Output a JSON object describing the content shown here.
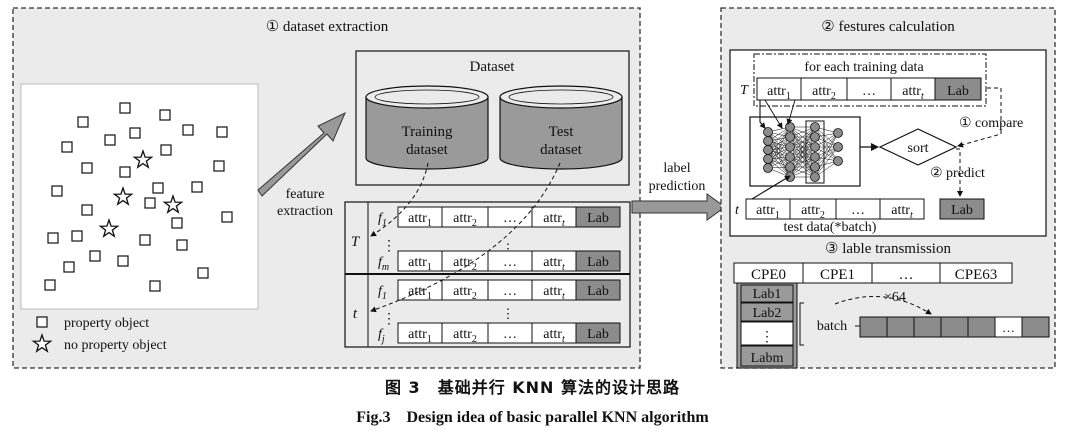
{
  "panel1": {
    "title": "① dataset extraction"
  },
  "panel2": {
    "title": "② festures  calculation"
  },
  "dataset": {
    "title": "Dataset",
    "training": [
      "Training",
      "dataset"
    ],
    "test": [
      "Test",
      "dataset"
    ]
  },
  "arrows": {
    "feature": [
      "feature",
      "extraction"
    ],
    "label_pred": [
      "label",
      "prediction"
    ]
  },
  "legend": {
    "property": "property object",
    "no_property": "no property object"
  },
  "table": {
    "T": "T",
    "t": "t",
    "f1": "f",
    "f1_sub": "1",
    "fm": "f",
    "fm_sub": "m",
    "fj": "f",
    "fj_sub": "j",
    "attr": "attr",
    "sub1": "1",
    "sub2": "2",
    "subt": "t",
    "dots": "…",
    "vdots": "⋮",
    "lab": "Lab"
  },
  "calc": {
    "for_each": "for each training data",
    "T": "T",
    "t": "t",
    "sort": "sort",
    "compare": "① compare",
    "predict": "② predict",
    "test_data": "test data(*batch)",
    "lab": "Lab"
  },
  "transmission": {
    "title": "③ lable transmission",
    "cpes": [
      "CPE0",
      "CPE1",
      "…",
      "CPE63"
    ],
    "labs": [
      "Lab1",
      "Lab2",
      "⋮",
      "Labm"
    ],
    "batch": "batch",
    "times": "×64",
    "dots": "…"
  },
  "caption": {
    "cn": "图 3　基础并行 KNN 算法的设计思路",
    "en": "Fig.3　Design idea of basic parallel KNN algorithm"
  },
  "colors": {
    "panel_bg": "#ebebeb",
    "gray_cell": "#8c8c8c",
    "cyl_fill": "#9a9a9a",
    "dark": "#111111"
  }
}
